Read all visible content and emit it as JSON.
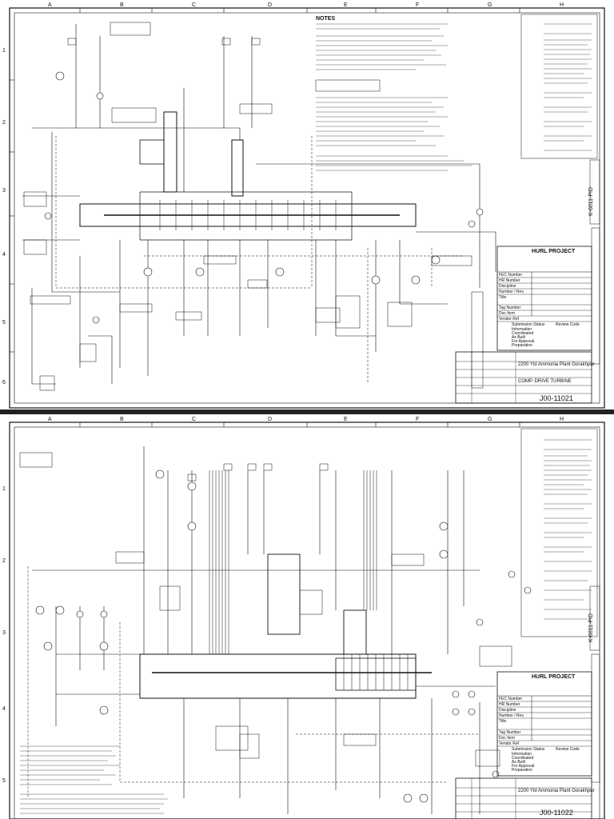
{
  "sheet1": {
    "project": "HURL PROJECT",
    "title_main": "2200 Yld Ammonia Plant Gorakhpur",
    "title_sub": "COMP. DRIVE TURBINE",
    "drawing_no": "J00-11021",
    "note_heading": "NOTES",
    "row_labels": [
      "1",
      "2",
      "3",
      "4",
      "5",
      "6"
    ],
    "col_labels": [
      "A",
      "B",
      "C",
      "D",
      "E",
      "F",
      "G",
      "H"
    ],
    "vertical_no": "K-6011-PID",
    "submission_status": "Submission Status",
    "review_code": "Review Code",
    "status_items": [
      "Information",
      "Coordinated",
      "As Built",
      "For Approval",
      "Preparation"
    ],
    "fields": [
      "FEC Number",
      "HR Number",
      "Discipline",
      "Number / Rev.",
      "Title",
      "Tag Number",
      "Doc Item",
      "Vendor Ref"
    ]
  },
  "sheet2": {
    "project": "HURL PROJECT",
    "title_main": "2200 Yld Ammonia Plant Gorakhpur",
    "drawing_no": "J00-11022",
    "row_labels": [
      "1",
      "2",
      "3",
      "4",
      "5"
    ],
    "col_labels": [
      "A",
      "B",
      "C",
      "D",
      "E",
      "F",
      "G",
      "H"
    ],
    "vertical_no": "K-6011-PID",
    "submission_status": "Submission Status",
    "review_code": "Review Code",
    "status_items": [
      "Information",
      "Coordinated",
      "As Built",
      "For Approval",
      "Preparation"
    ],
    "fields": [
      "FEC Number",
      "HR Number",
      "Discipline",
      "Number / Rev.",
      "Title",
      "Tag Number",
      "Doc Item",
      "Vendor Ref"
    ]
  }
}
